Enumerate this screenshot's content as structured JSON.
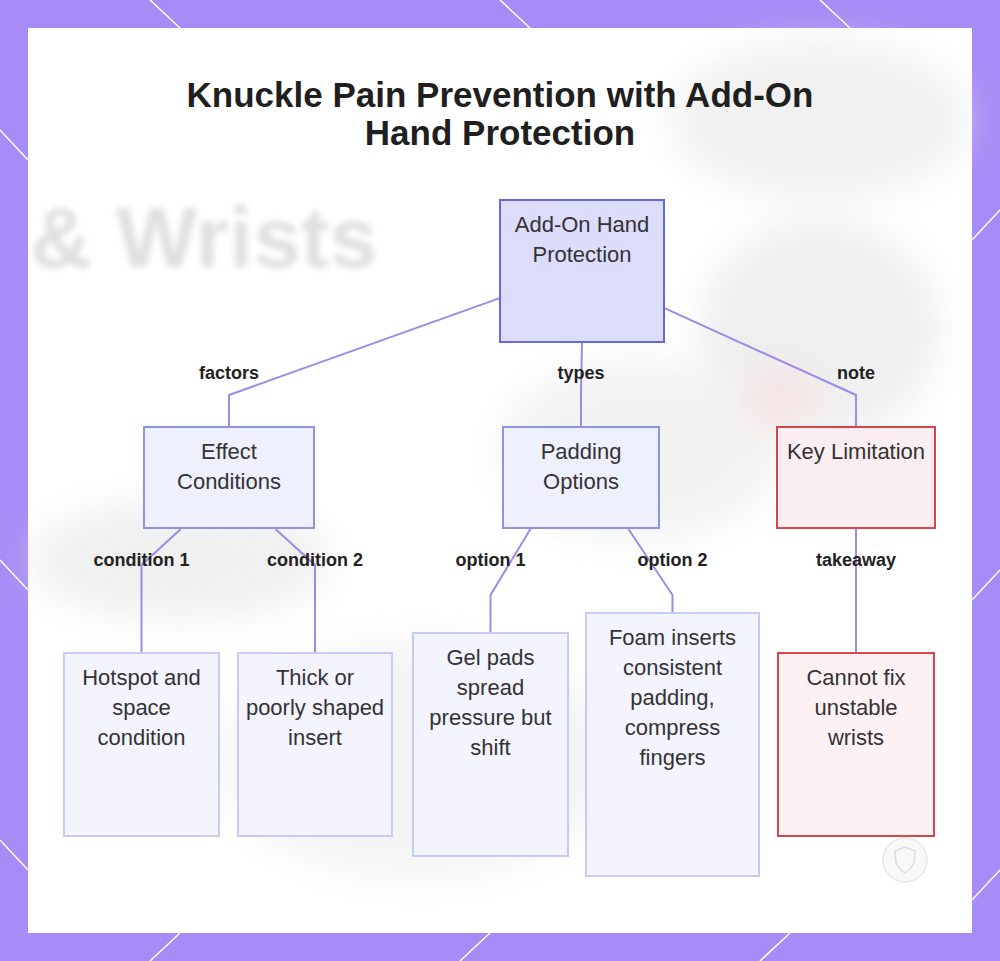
{
  "diagram": {
    "title": "Knuckle Pain Prevention with Add-On Hand Protection",
    "nodes": [
      {
        "text": [
          "Add-On Hand Protection"
        ]
      },
      {
        "text": [
          "Effect Conditions"
        ]
      },
      {
        "text": [
          "Padding Options"
        ]
      },
      {
        "text": [
          "Key Limitation"
        ]
      },
      {
        "text": [
          "Hotspot and space condition"
        ]
      },
      {
        "text": [
          "Thick or poorly shaped insert"
        ]
      },
      {
        "text": [
          "Gel pads spread pressure but shift"
        ]
      },
      {
        "text": [
          "Foam inserts consistent padding, compress fingers"
        ]
      },
      {
        "text": [
          "Cannot fix unstable wrists"
        ]
      }
    ],
    "edges": [
      {
        "from": 0,
        "to": 1,
        "label": "factors",
        "arrow": "none"
      },
      {
        "from": 0,
        "to": 2,
        "label": "types",
        "arrow": "none"
      },
      {
        "from": 0,
        "to": 3,
        "label": "note",
        "arrow": "none"
      },
      {
        "from": 1,
        "to": 4,
        "label": "condition 1",
        "arrow": "none"
      },
      {
        "from": 1,
        "to": 5,
        "label": "condition 2",
        "arrow": "none"
      },
      {
        "from": 2,
        "to": 6,
        "label": "option 1",
        "arrow": "none"
      },
      {
        "from": 2,
        "to": 7,
        "label": "option 2",
        "arrow": "none"
      },
      {
        "from": 3,
        "to": 8,
        "label": "takeaway",
        "arrow": "none"
      }
    ],
    "labels": [
      "& Wrists"
    ]
  }
}
